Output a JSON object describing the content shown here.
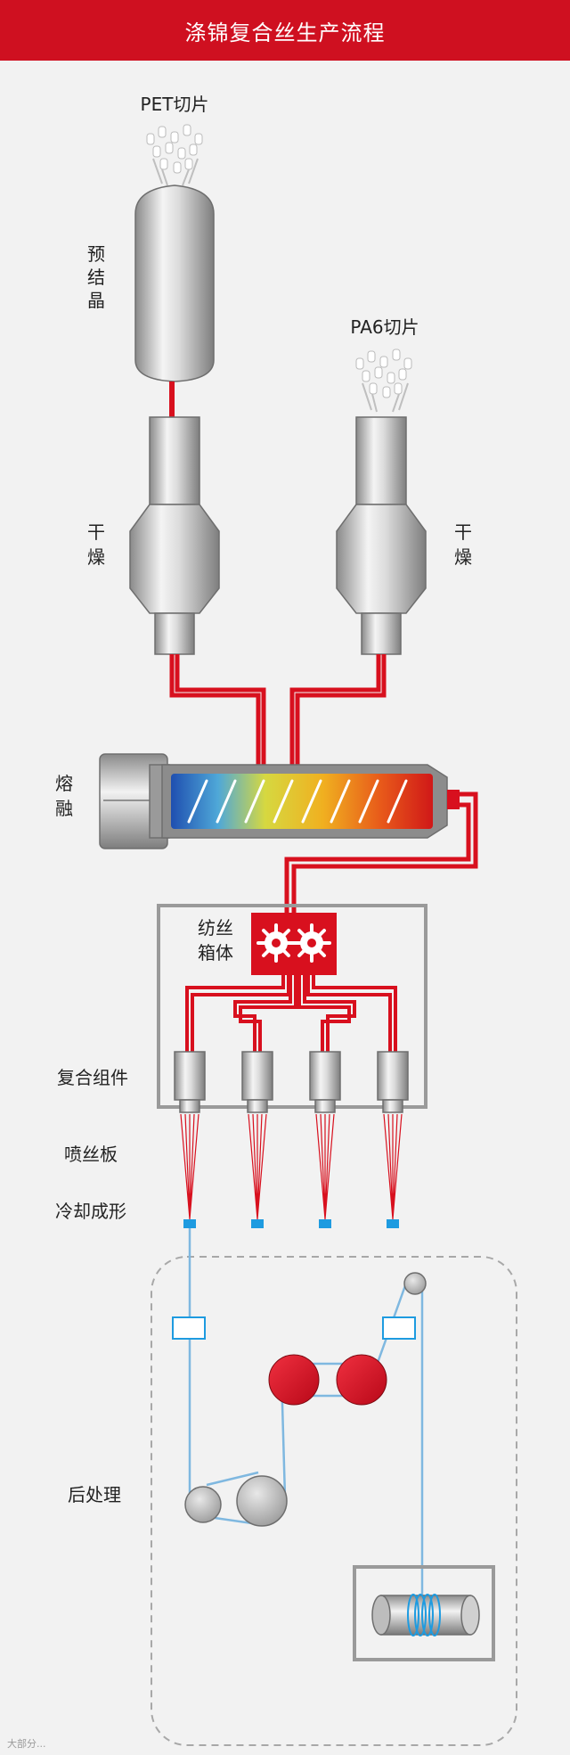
{
  "header": {
    "title": "涤锦复合丝生产流程"
  },
  "labels": {
    "pet_chips": "PET切片",
    "pa6_chips": "PA6切片",
    "precrystallize_1": "预",
    "precrystallize_2": "结",
    "precrystallize_3": "晶",
    "dry_left_1": "干",
    "dry_left_2": "燥",
    "dry_right_1": "干",
    "dry_right_2": "燥",
    "melt_1": "熔",
    "melt_2": "融",
    "spin_box_1": "纺丝",
    "spin_box_2": "箱体",
    "composite_pack": "复合组件",
    "spinneret": "喷丝板",
    "cooling": "冷却成形",
    "post_treatment": "后处理"
  },
  "colors": {
    "brand_red": "#cf1020",
    "pipe_red": "#d8101e",
    "fiber_blue": "#7fb8e0",
    "nozzle_blue": "#1e9be0",
    "frame_gray": "#9a9a9a"
  },
  "watermark": "大部分..."
}
